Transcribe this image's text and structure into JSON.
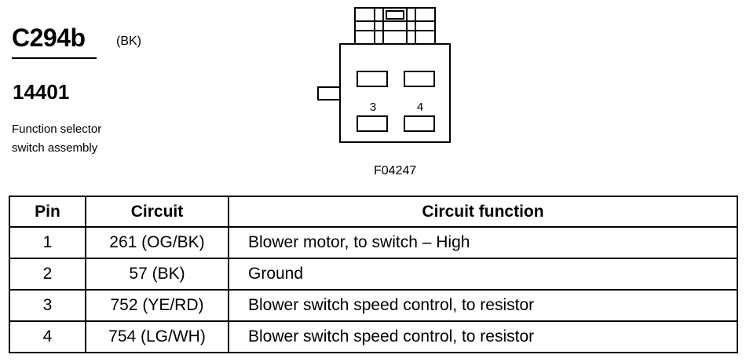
{
  "connector": {
    "id": "C294b",
    "color": "(BK)",
    "part_number": "14401",
    "description_line1": "Function selector",
    "description_line2": "switch assembly",
    "figure_code": "F04247",
    "pin_labels": [
      "3",
      "4"
    ]
  },
  "table": {
    "headers": {
      "pin": "Pin",
      "circuit": "Circuit",
      "function": "Circuit function"
    },
    "rows": [
      {
        "pin": "1",
        "circuit": "261 (OG/BK)",
        "function": "Blower motor, to switch – High"
      },
      {
        "pin": "2",
        "circuit": "57 (BK)",
        "function": "Ground"
      },
      {
        "pin": "3",
        "circuit": "752 (YE/RD)",
        "function": "Blower switch speed control, to resistor"
      },
      {
        "pin": "4",
        "circuit": "754 (LG/WH)",
        "function": "Blower switch speed control, to resistor"
      }
    ]
  }
}
